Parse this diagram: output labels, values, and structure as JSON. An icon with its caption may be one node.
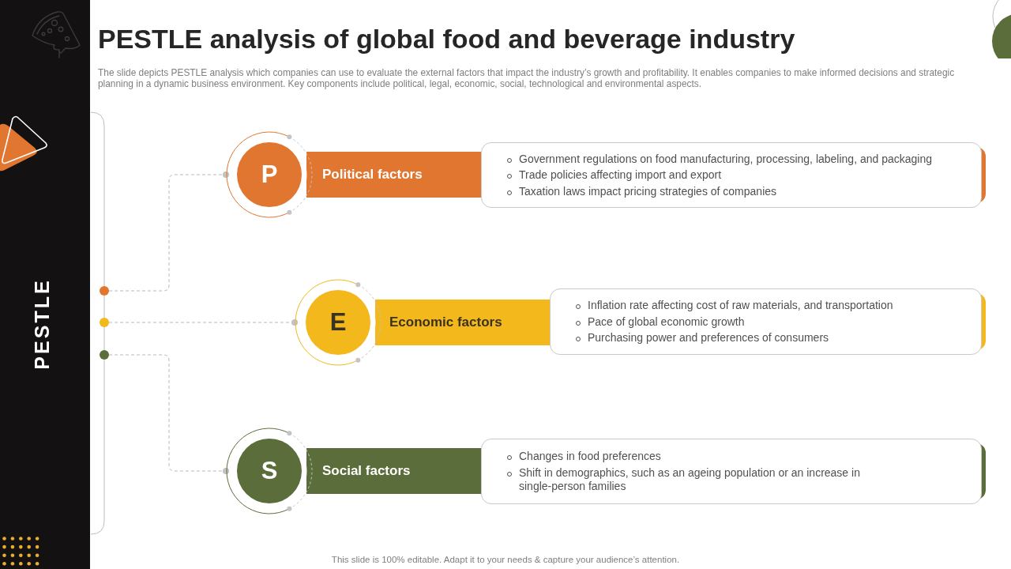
{
  "diagram": {
    "title": "PESTLE analysis of global food and beverage industry",
    "nodes": [
      {
        "text": [],
        "shape": "circle"
      },
      {
        "text": [
          "P"
        ]
      },
      {
        "text": [
          "Political factors"
        ]
      },
      {
        "text": [
          "Government regulations on food manufacturing, processing, labeling, and packaging",
          "Trade policies affecting import and export",
          "Taxation laws impact pricing strategies of companies"
        ]
      },
      {
        "text": [],
        "shape": "circle"
      },
      {
        "text": [
          "E"
        ]
      },
      {
        "text": [
          "Economic factors"
        ]
      },
      {
        "text": [
          "Inflation rate affecting cost of raw materials, and transportation",
          "Pace of global economic growth",
          "Purchasing power and preferences of consumers"
        ]
      },
      {
        "text": [],
        "shape": "circle"
      },
      {
        "text": [
          "S"
        ]
      },
      {
        "text": [
          "Social factors"
        ]
      },
      {
        "text": [
          "Changes in food preferences",
          "Shift in demographics, such as an ageing population or an increase in single-person families"
        ]
      }
    ],
    "edges": [
      {
        "from": 0,
        "to": 1,
        "arrow": "other",
        "style": "dashed"
      },
      {
        "from": 4,
        "to": 5,
        "arrow": "other",
        "style": "dashed"
      },
      {
        "from": 8,
        "to": 9,
        "arrow": "other",
        "style": "dashed"
      }
    ],
    "labels": [
      "The slide depicts PESTLE analysis which companies can use to evaluate the external factors that impact the industry’s growth and profitability. It enables companies to make informed decisions and strategic planning in a dynamic business environment. Key components include political, legal, economic, social, technological and environmental aspects.",
      "PESTLE",
      "This slide is 100% editable. Adapt it to your needs & capture your audience’s attention."
    ]
  }
}
